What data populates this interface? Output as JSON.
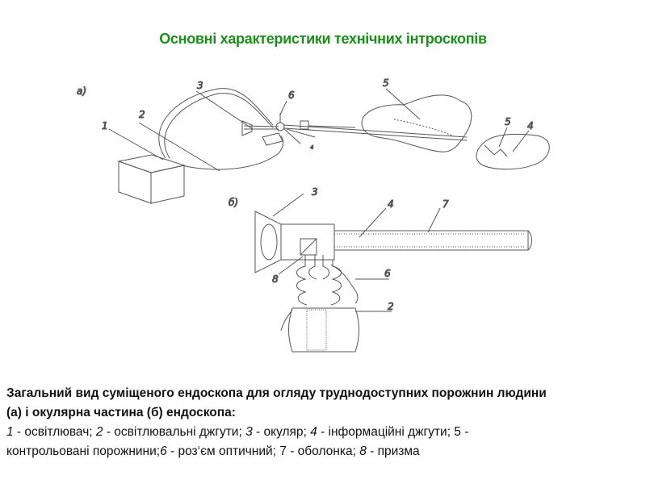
{
  "title": "Основні характеристики технічних інтроскопів",
  "figure_a": {
    "panel_label": "а)",
    "labels": {
      "l1": "1",
      "l2": "2",
      "l3": "3",
      "l4": "4",
      "l5": "5",
      "l5b": "5",
      "l4b": "4",
      "l6": "6"
    }
  },
  "figure_b": {
    "panel_label": "б)",
    "labels": {
      "l2": "2",
      "l3": "3",
      "l4": "4",
      "l6": "6",
      "l7": "7",
      "l8": "8"
    }
  },
  "caption": {
    "heading_line1": "Загальний вид суміщеного ендоскопа для огляду труднодоступних порожнин людини",
    "heading_line2": "(а) і окулярна частина (б) ендоскопа:",
    "legend": [
      {
        "num": "1",
        "text": " - освітлювач; "
      },
      {
        "num": "2",
        "text": " - освітлювальні джгути; "
      },
      {
        "num": "3",
        "text": " - окуляр; "
      },
      {
        "num": "4",
        "text": " - інформаційні джгути; 5 -"
      }
    ],
    "legend_line2": [
      {
        "num": "",
        "text": "контрольовані порожнини;"
      },
      {
        "num": "6",
        "text": " - роз‘єм оптичний; 7 - оболонка; "
      },
      {
        "num": "8",
        "text": " - призма"
      }
    ]
  }
}
